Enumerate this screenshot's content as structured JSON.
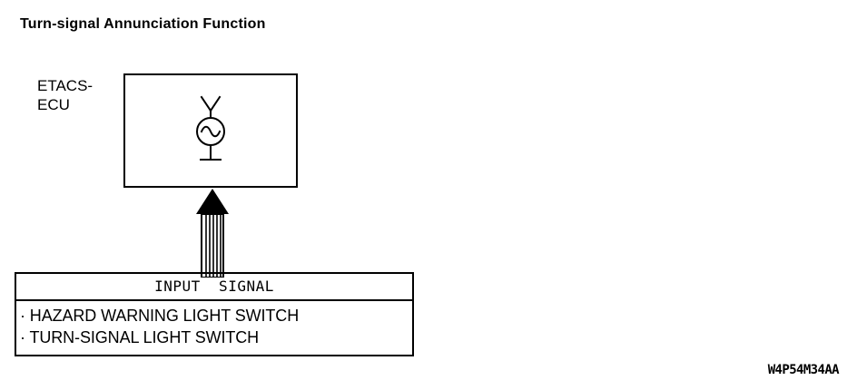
{
  "title": "Turn-signal Annunciation Function",
  "ecu": {
    "label": "ETACS-\nECU",
    "symbol_name": "buzzer-ac-source-symbol"
  },
  "arrow": {
    "name": "upward-striped-arrow",
    "direction": "up"
  },
  "input_block": {
    "header": "INPUT  SIGNAL",
    "items": [
      "· HAZARD WARNING LIGHT SWITCH",
      "· TURN-SIGNAL LIGHT SWITCH"
    ]
  },
  "diagram_code": "W4P54M34AA",
  "colors": {
    "ink": "#000000",
    "paper": "#ffffff"
  }
}
